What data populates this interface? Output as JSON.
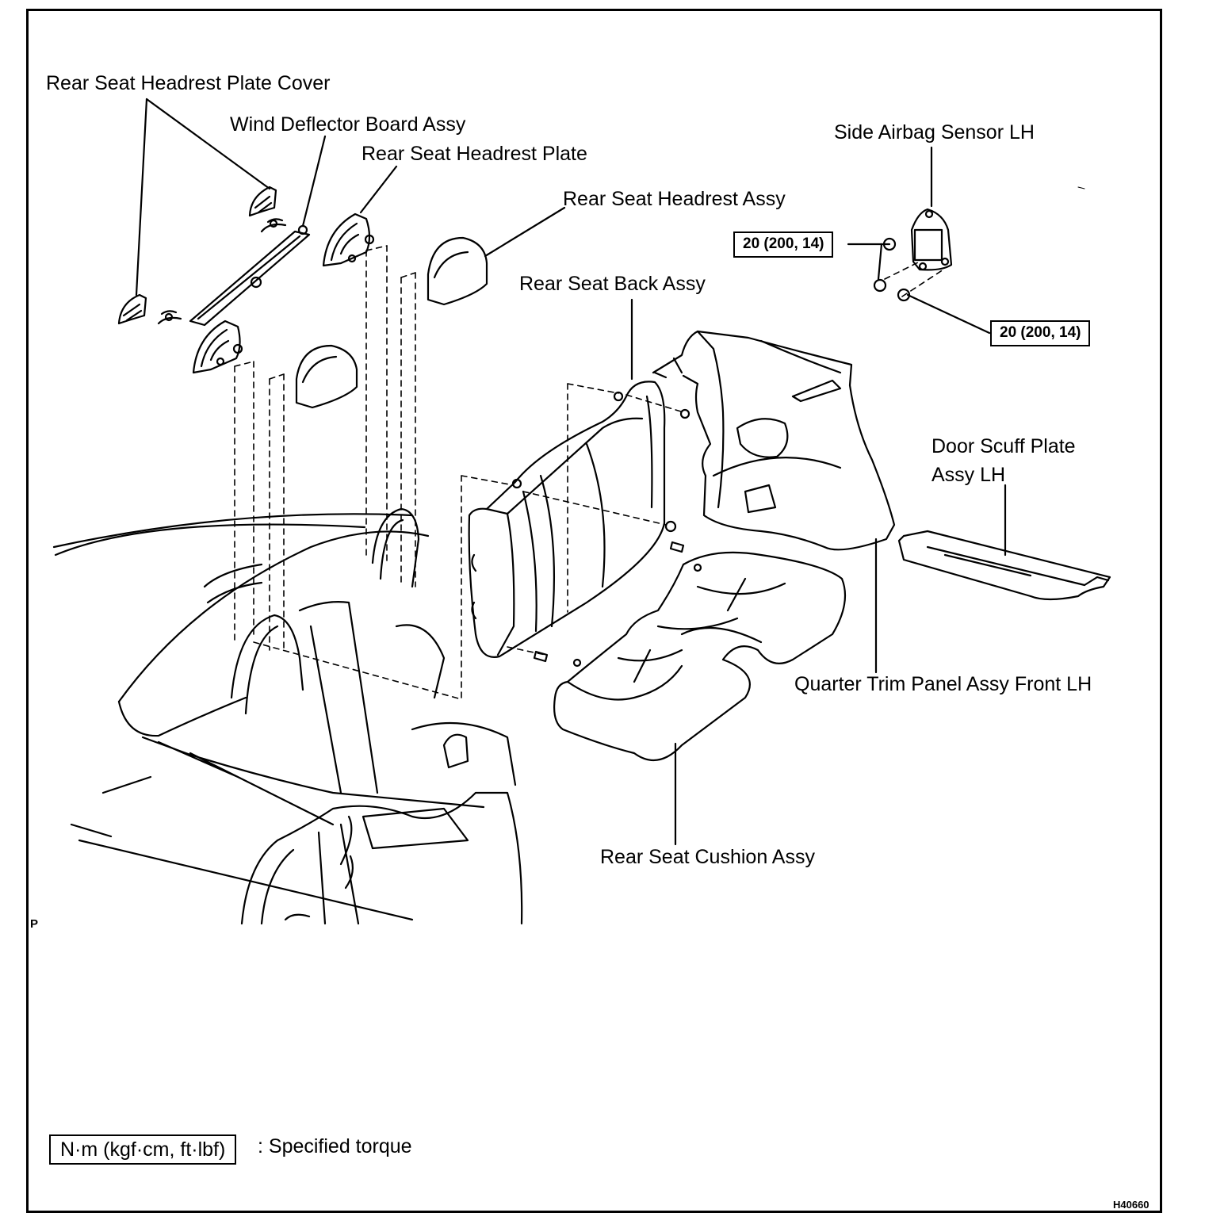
{
  "labels": {
    "headrest_plate_cover": "Rear Seat Headrest Plate Cover",
    "wind_deflector": "Wind Deflector Board Assy",
    "headrest_plate": "Rear Seat Headrest Plate",
    "headrest_assy": "Rear Seat Headrest Assy",
    "seat_back": "Rear Seat Back Assy",
    "airbag_sensor": "Side Airbag Sensor LH",
    "door_scuff_line1": "Door Scuff Plate",
    "door_scuff_line2": "Assy LH",
    "quarter_trim": "Quarter Trim Panel Assy Front LH",
    "seat_cushion": "Rear Seat Cushion Assy"
  },
  "torque_specs": [
    "20 (200, 14)",
    "20 (200, 14)"
  ],
  "legend": {
    "unit_box": "N·m (kgf·cm, ft·lbf)",
    "description": ": Specified torque"
  },
  "view_marker": "P",
  "figure_code": "H40660"
}
